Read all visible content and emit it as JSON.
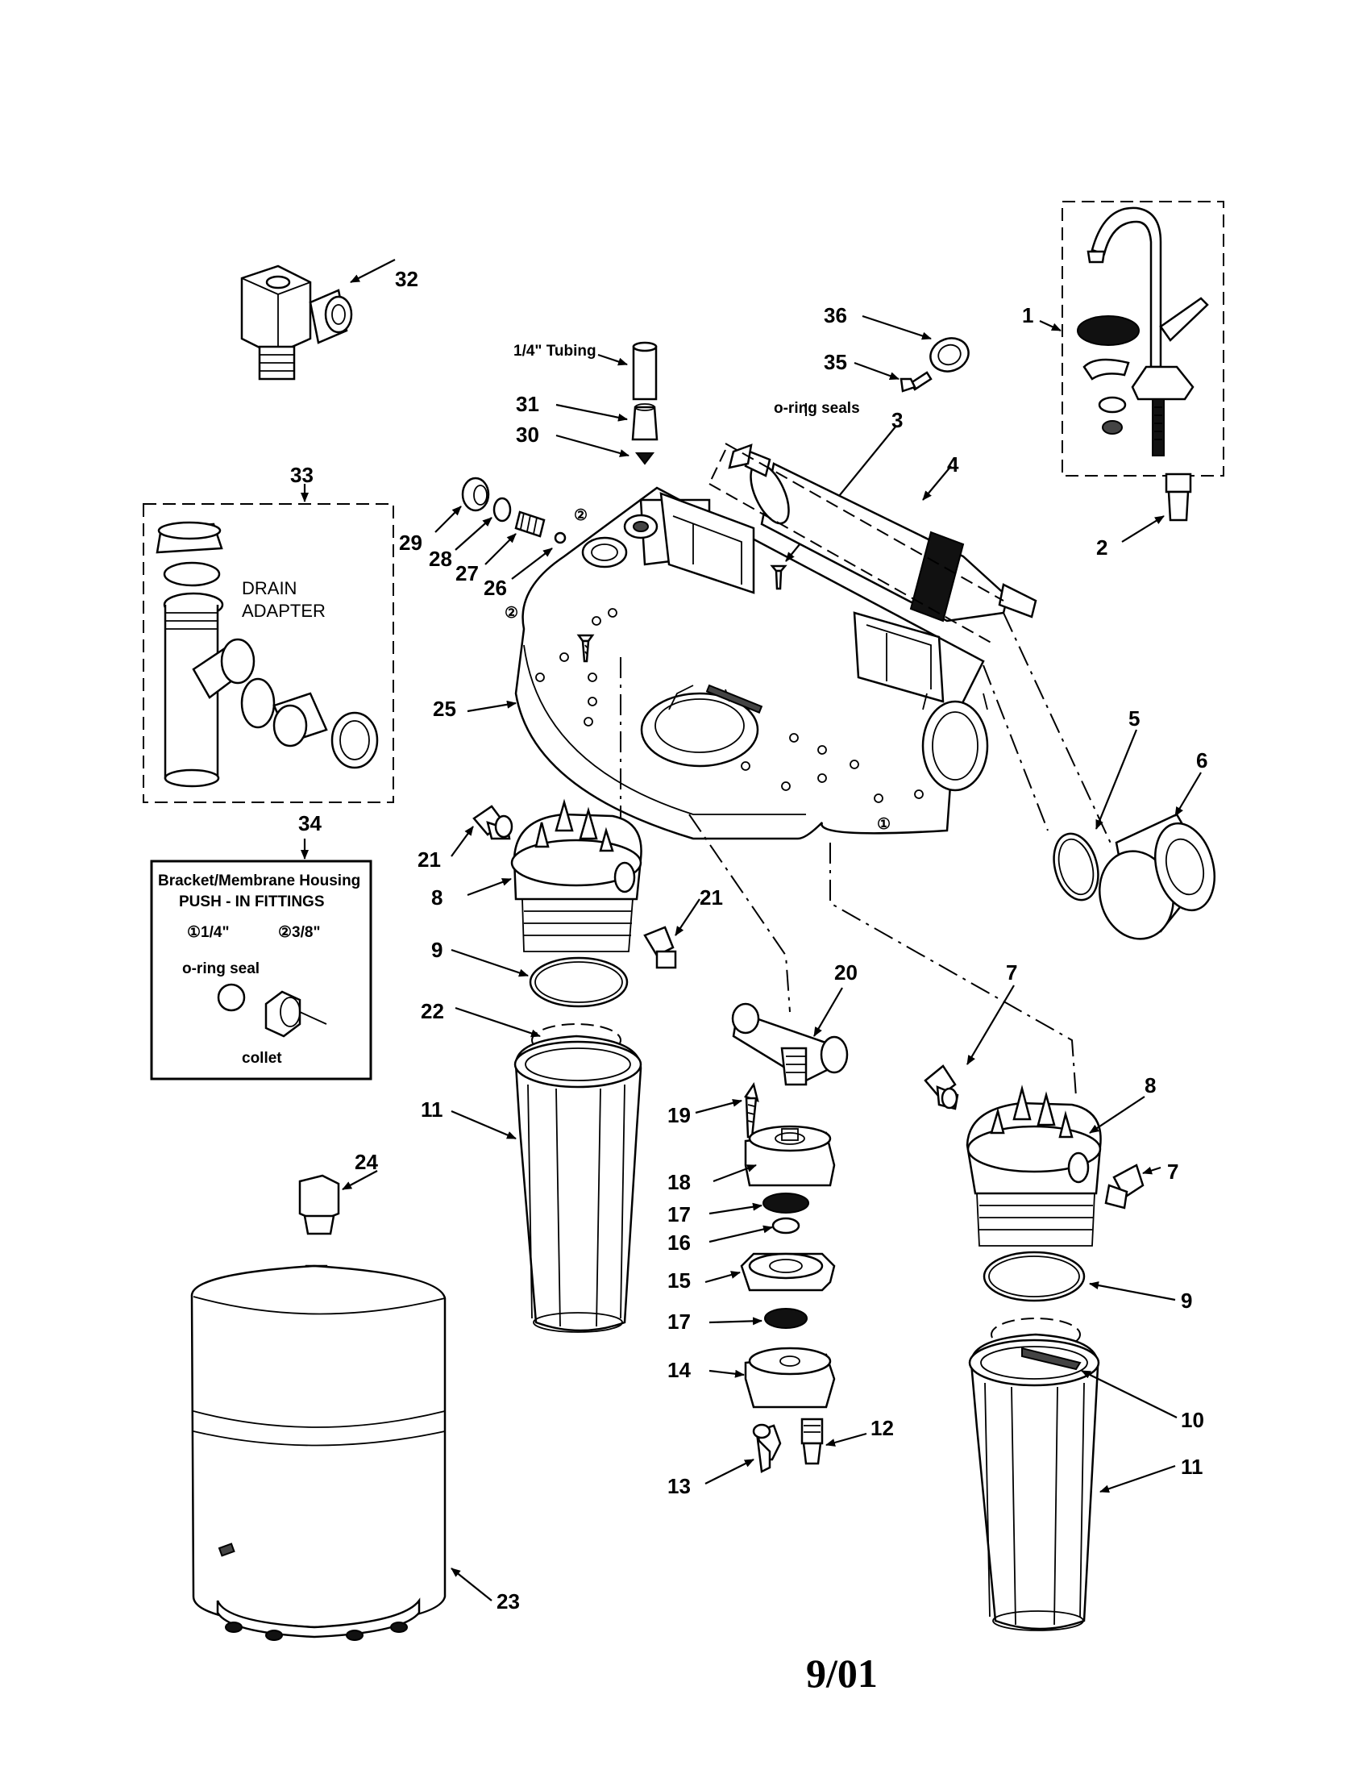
{
  "footer_date": "9/01",
  "text_labels": {
    "tubing": "1/4\" Tubing",
    "oring_seals": "o-ring seals",
    "drain_1": "DRAIN",
    "drain_2": "ADAPTER"
  },
  "inset_34": {
    "title_1": "Bracket/Membrane Housing",
    "title_2": "PUSH - IN  FITTINGS",
    "size_1": "①1/4\"",
    "size_2": "②3/8\"",
    "oring": "o-ring seal",
    "collet": "collet"
  },
  "part_numbers": {
    "n1": "1",
    "n2": "2",
    "n3": "3",
    "n4": "4",
    "n5": "5",
    "n6": "6",
    "n7a": "7",
    "n7b": "7",
    "n8a": "8",
    "n8b": "8",
    "n9a": "9",
    "n9b": "9",
    "n10": "10",
    "n11a": "11",
    "n11b": "11",
    "n12": "12",
    "n13": "13",
    "n14": "14",
    "n15": "15",
    "n16": "16",
    "n17a": "17",
    "n17b": "17",
    "n18": "18",
    "n19": "19",
    "n20": "20",
    "n21a": "21",
    "n21b": "21",
    "n22": "22",
    "n23": "23",
    "n24": "24",
    "n25": "25",
    "n26": "26",
    "n27": "27",
    "n28": "28",
    "n29": "29",
    "n30": "30",
    "n31": "31",
    "n32": "32",
    "n33": "33",
    "n34": "34",
    "n35": "35",
    "n36": "36"
  },
  "bracket_marks": {
    "m1a": "①",
    "m1b": "①",
    "m2a": "②",
    "m2b": "②"
  }
}
